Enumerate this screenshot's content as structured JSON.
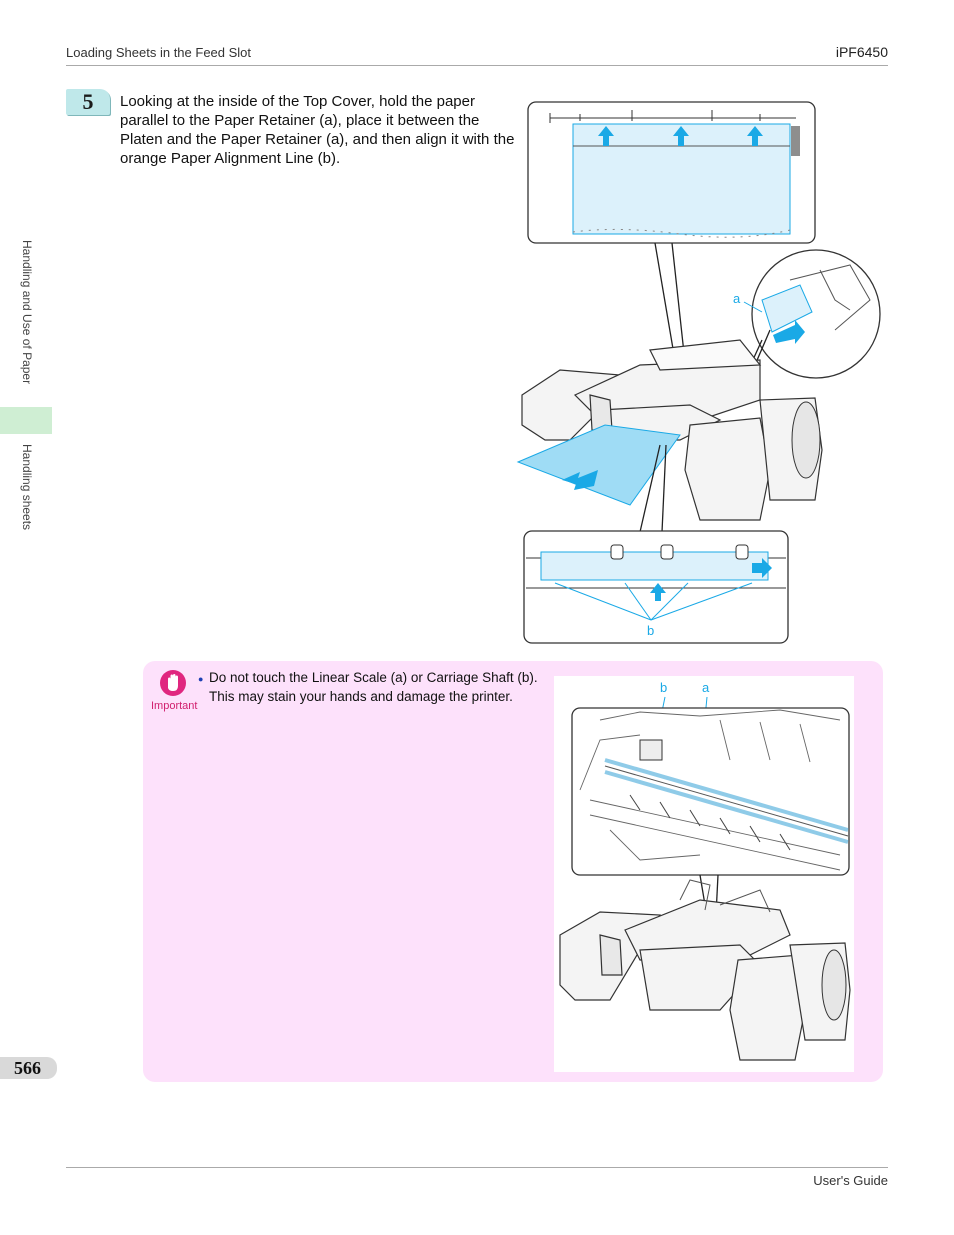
{
  "header": {
    "section": "Loading Sheets in the Feed Slot",
    "model": "iPF6450"
  },
  "sidebar": {
    "chapter": "Handling and Use of Paper",
    "section": "Handling sheets"
  },
  "step": {
    "number": "5",
    "text": "Looking at the inside of the Top Cover, hold the paper parallel to the Paper Retainer (a), place it between the Platen and the Paper Retainer (a), and then align it with the orange Paper Alignment Line (b)."
  },
  "figure1": {
    "callout_a": "a",
    "callout_b": "b"
  },
  "important": {
    "label": "Important",
    "bullet": "●",
    "text_line1": "Do not touch the Linear Scale (a) or Carriage Shaft (b).",
    "text_line2": "This may stain your hands and damage the printer."
  },
  "figure2": {
    "callout_b": "b",
    "callout_a": "a"
  },
  "page_number": "566",
  "footer": {
    "guide": "User's Guide"
  },
  "colors": {
    "accent_cyan": "#1aa9e6",
    "paper_fill": "#dcf1fb",
    "important_bg": "#fde1fb",
    "important_pink": "#e0267f",
    "sidebar_green": "#cfeed3"
  }
}
